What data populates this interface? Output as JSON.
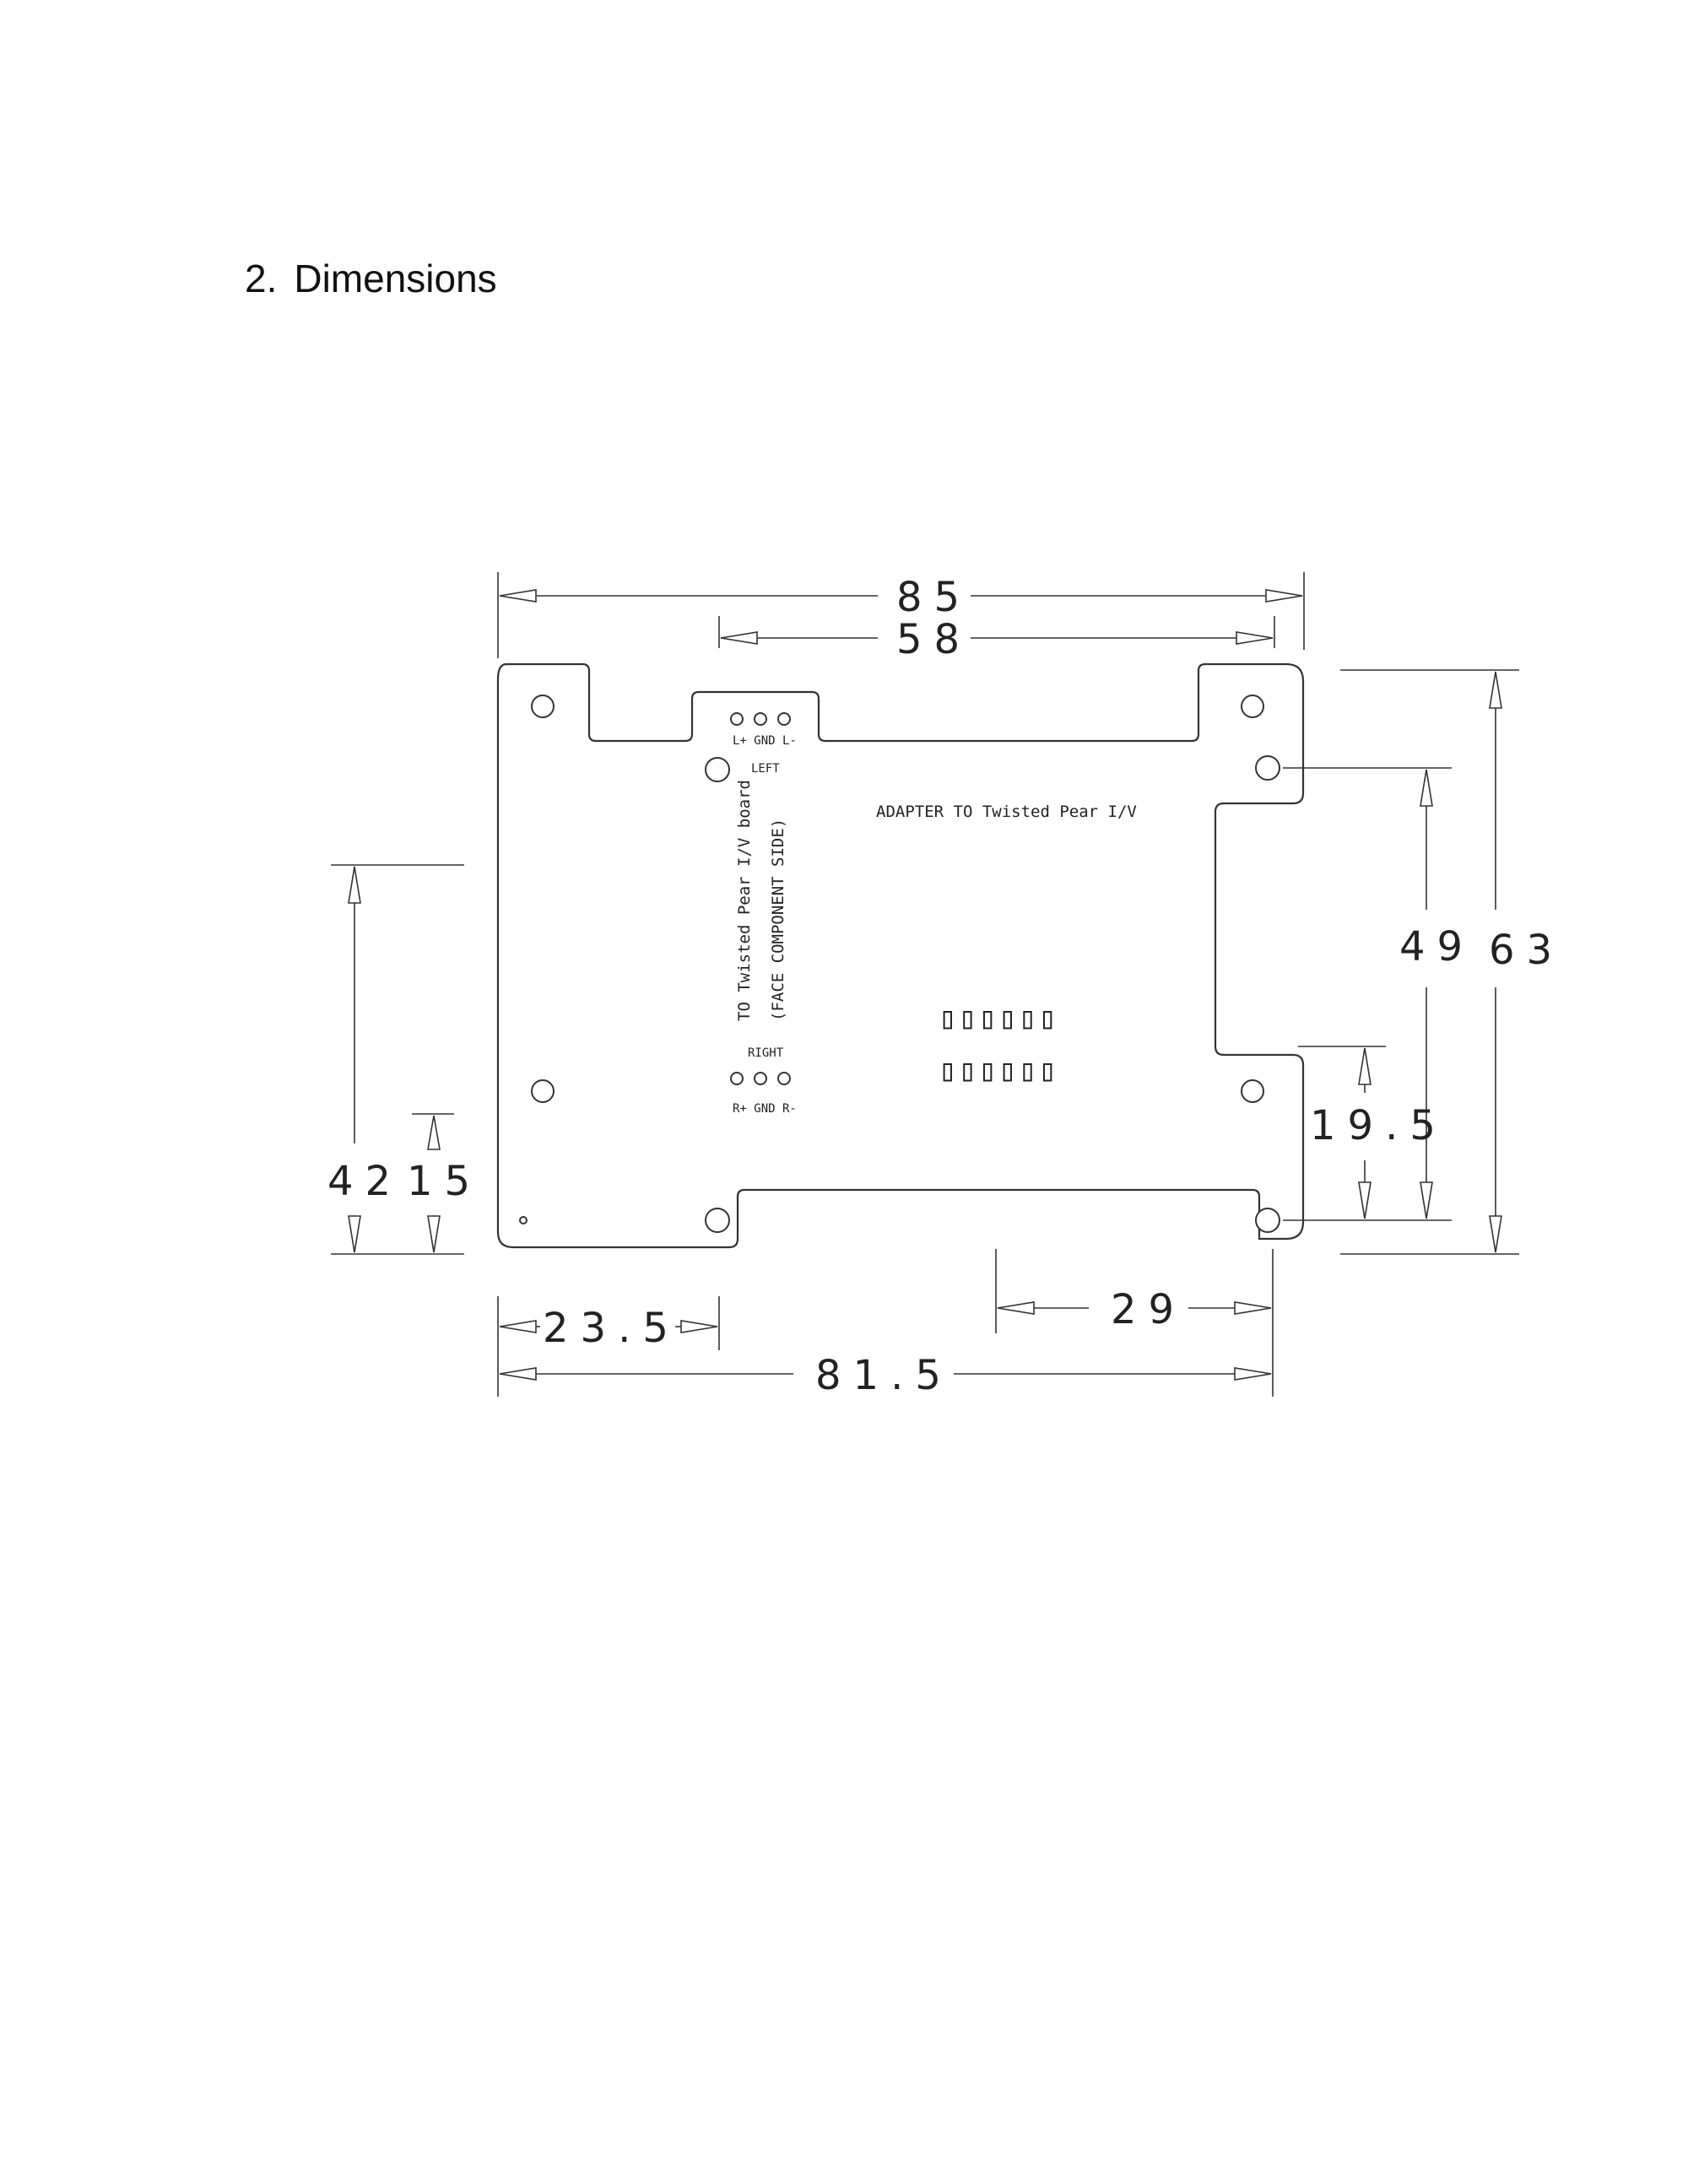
{
  "heading": {
    "number": "2.",
    "title": "Dimensions"
  },
  "board_labels": {
    "title": "ADAPTER TO Twisted Pear I/V",
    "side_line1": "TO Twisted Pear I/V board",
    "side_line2": "(FACE COMPONENT SIDE)",
    "left_pins": "L+ GND L-",
    "left_label": "LEFT",
    "right_label": "RIGHT",
    "right_pins": "R+ GND R-",
    "glyph_row_1": "▯▯▯▯▯▯",
    "glyph_row_2": "▯▯▯▯▯▯"
  },
  "dimensions": {
    "overall_width": "85",
    "connector_span": "58",
    "left_offset": "23.5",
    "hole_span_width": "81.5",
    "right_offset": "29",
    "overall_height": "63",
    "hole_span_height": "49",
    "cutout_offset": "19.5",
    "left_height": "42",
    "left_small_height": "15"
  }
}
